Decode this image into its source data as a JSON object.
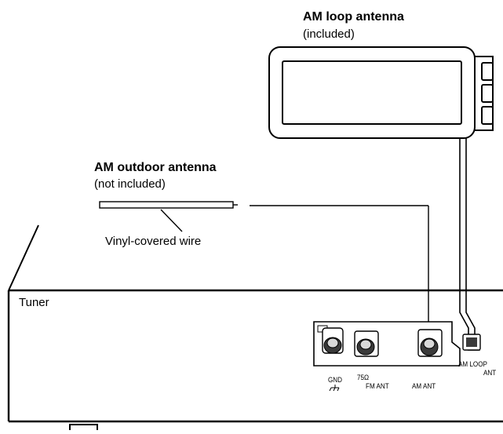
{
  "loop_antenna": {
    "title": "AM loop antenna",
    "note": "(included)"
  },
  "outdoor_antenna": {
    "title": "AM outdoor antenna",
    "note": "(not included)"
  },
  "wire_label": "Vinyl-covered wire",
  "tuner_label": "Tuner",
  "terminals": {
    "gnd": "GND",
    "fm_impedance": "75Ω",
    "fm_ant": "FM ANT",
    "am_ant": "AM ANT",
    "am_loop_line1": "AM LOOP",
    "am_loop_line2": "ANT"
  },
  "colors": {
    "line": "#000000",
    "panel_fill": "#ffffff",
    "knob_dark": "#3a3a3a",
    "knob_light": "#d9d9d9"
  }
}
